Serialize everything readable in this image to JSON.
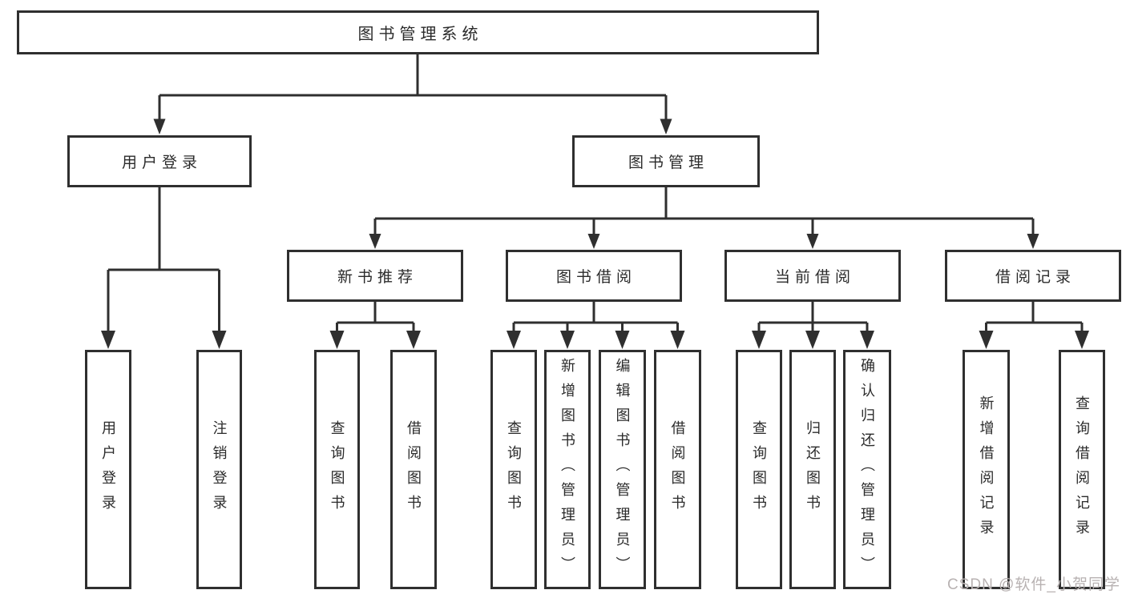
{
  "diagram": {
    "root": {
      "label": "图书管理系统"
    },
    "level1": [
      {
        "label": "用户登录"
      },
      {
        "label": "图书管理"
      }
    ],
    "level2": [
      {
        "label": "新书推荐"
      },
      {
        "label": "图书借阅"
      },
      {
        "label": "当前借阅"
      },
      {
        "label": "借阅记录"
      }
    ],
    "leaves": [
      {
        "label": "用户登录"
      },
      {
        "label": "注销登录"
      },
      {
        "label": "查询图书"
      },
      {
        "label": "借阅图书"
      },
      {
        "label": "查询图书"
      },
      {
        "label": "新增图书（管理员）"
      },
      {
        "label": "编辑图书（管理员）"
      },
      {
        "label": "借阅图书"
      },
      {
        "label": "查询图书"
      },
      {
        "label": "归还图书"
      },
      {
        "label": "确认归还（管理员）"
      },
      {
        "label": "新增借阅记录"
      },
      {
        "label": "查询借阅记录"
      }
    ]
  },
  "watermark": {
    "text": "CSDN @软件_小贺同学"
  },
  "colors": {
    "line": "#2f2f2f",
    "text": "#2b2b2b",
    "watermark": "#b8b2b2",
    "background": "#ffffff"
  }
}
